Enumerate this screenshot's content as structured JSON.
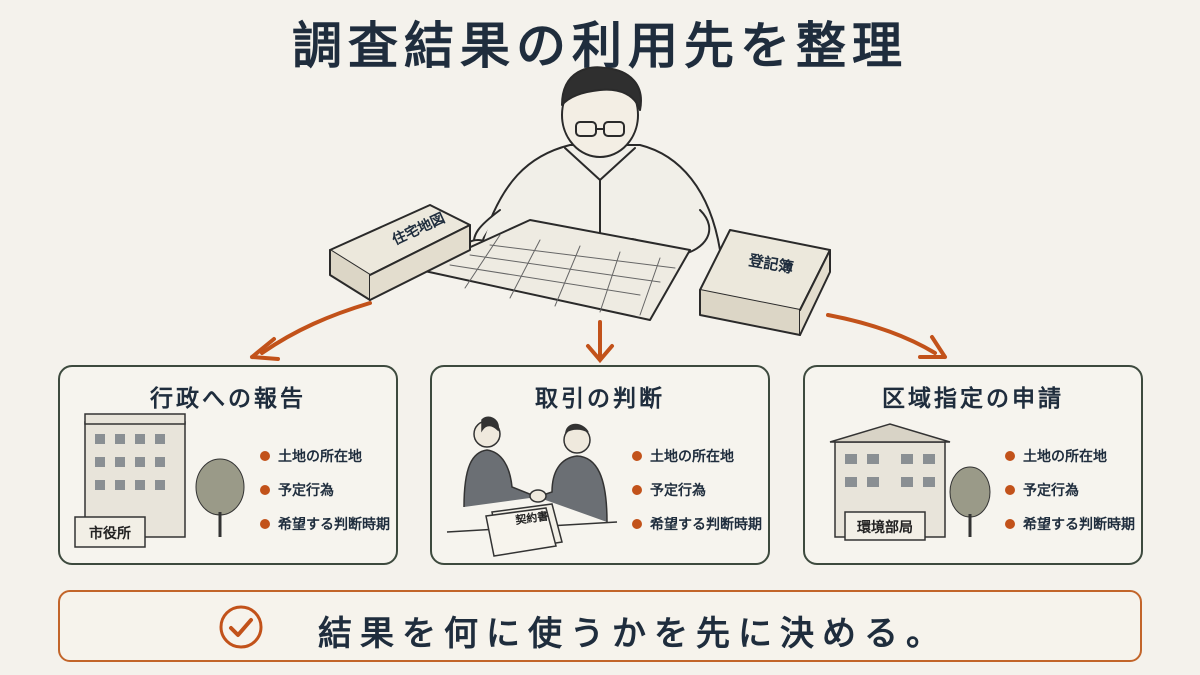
{
  "title": "調査結果の利用先を整理",
  "scene": {
    "book_left_label": "住宅地図",
    "book_right_label": "登記簿"
  },
  "cards": [
    {
      "title": "行政への報告",
      "sign": "市役所",
      "items": [
        "土地の所在地",
        "予定行為",
        "希望する判断時期"
      ]
    },
    {
      "title": "取引の判断",
      "sign": "契約書",
      "items": [
        "土地の所在地",
        "予定行為",
        "希望する判断時期"
      ]
    },
    {
      "title": "区域指定の申請",
      "sign": "環境部局",
      "items": [
        "土地の所在地",
        "予定行為",
        "希望する判断時期"
      ]
    }
  ],
  "summary": {
    "text": "結果を何に使うかを先に決める。",
    "icon": "check-circle-icon"
  },
  "colors": {
    "accent": "#c2521a",
    "ink": "#1f2d3d",
    "frame": "#3d4a3e",
    "background": "#f4f2ec"
  }
}
